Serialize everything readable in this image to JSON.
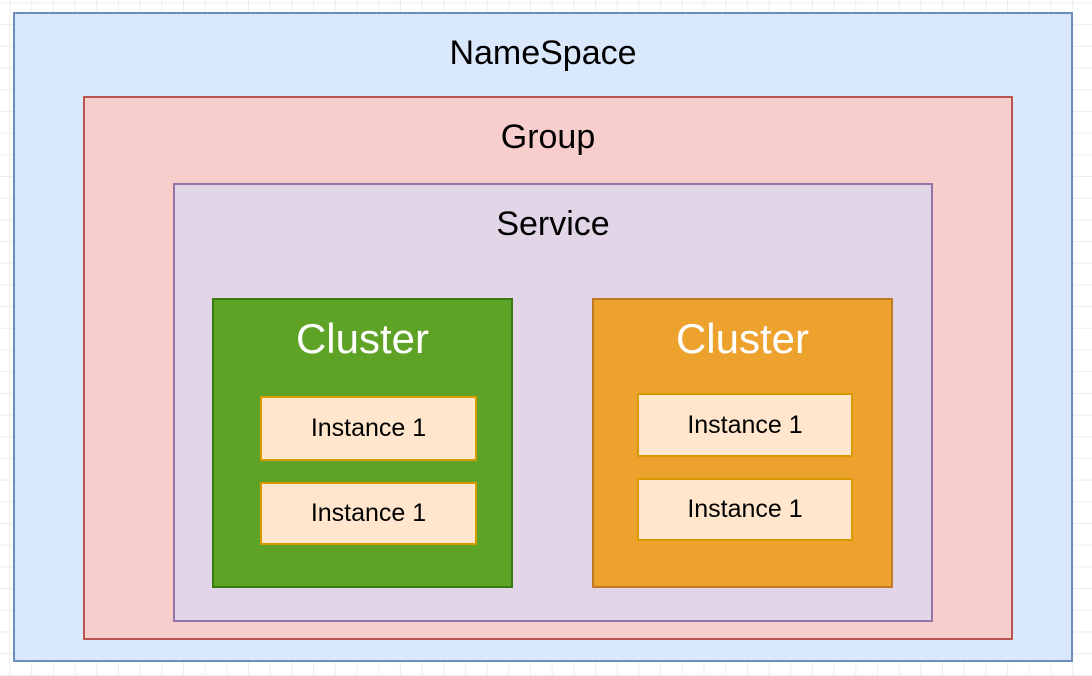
{
  "diagram": {
    "namespace": {
      "label": "NameSpace",
      "fill": "#DAE8FC",
      "border": "#6C8EBF",
      "text_color": "#000000"
    },
    "group": {
      "label": "Group",
      "fill": "#F8CECC",
      "border": "#B85450",
      "text_color": "#000000"
    },
    "service": {
      "label": "Service",
      "fill": "#E1D5E7",
      "border": "#9673A6",
      "text_color": "#000000"
    },
    "clusters": [
      {
        "label": "Cluster",
        "fill": "#5FA326",
        "border": "#387A10",
        "text_color": "#FFFFFF",
        "instances": [
          {
            "label": "Instance 1"
          },
          {
            "label": "Instance 1"
          }
        ]
      },
      {
        "label": "Cluster",
        "fill": "#EEA22E",
        "border": "#C07A26",
        "text_color": "#FFFFFF",
        "instances": [
          {
            "label": "Instance 1"
          },
          {
            "label": "Instance 1"
          }
        ]
      }
    ],
    "instance_style": {
      "fill": "#FFE6CC",
      "border": "#D79B00",
      "text_color": "#000000"
    }
  }
}
